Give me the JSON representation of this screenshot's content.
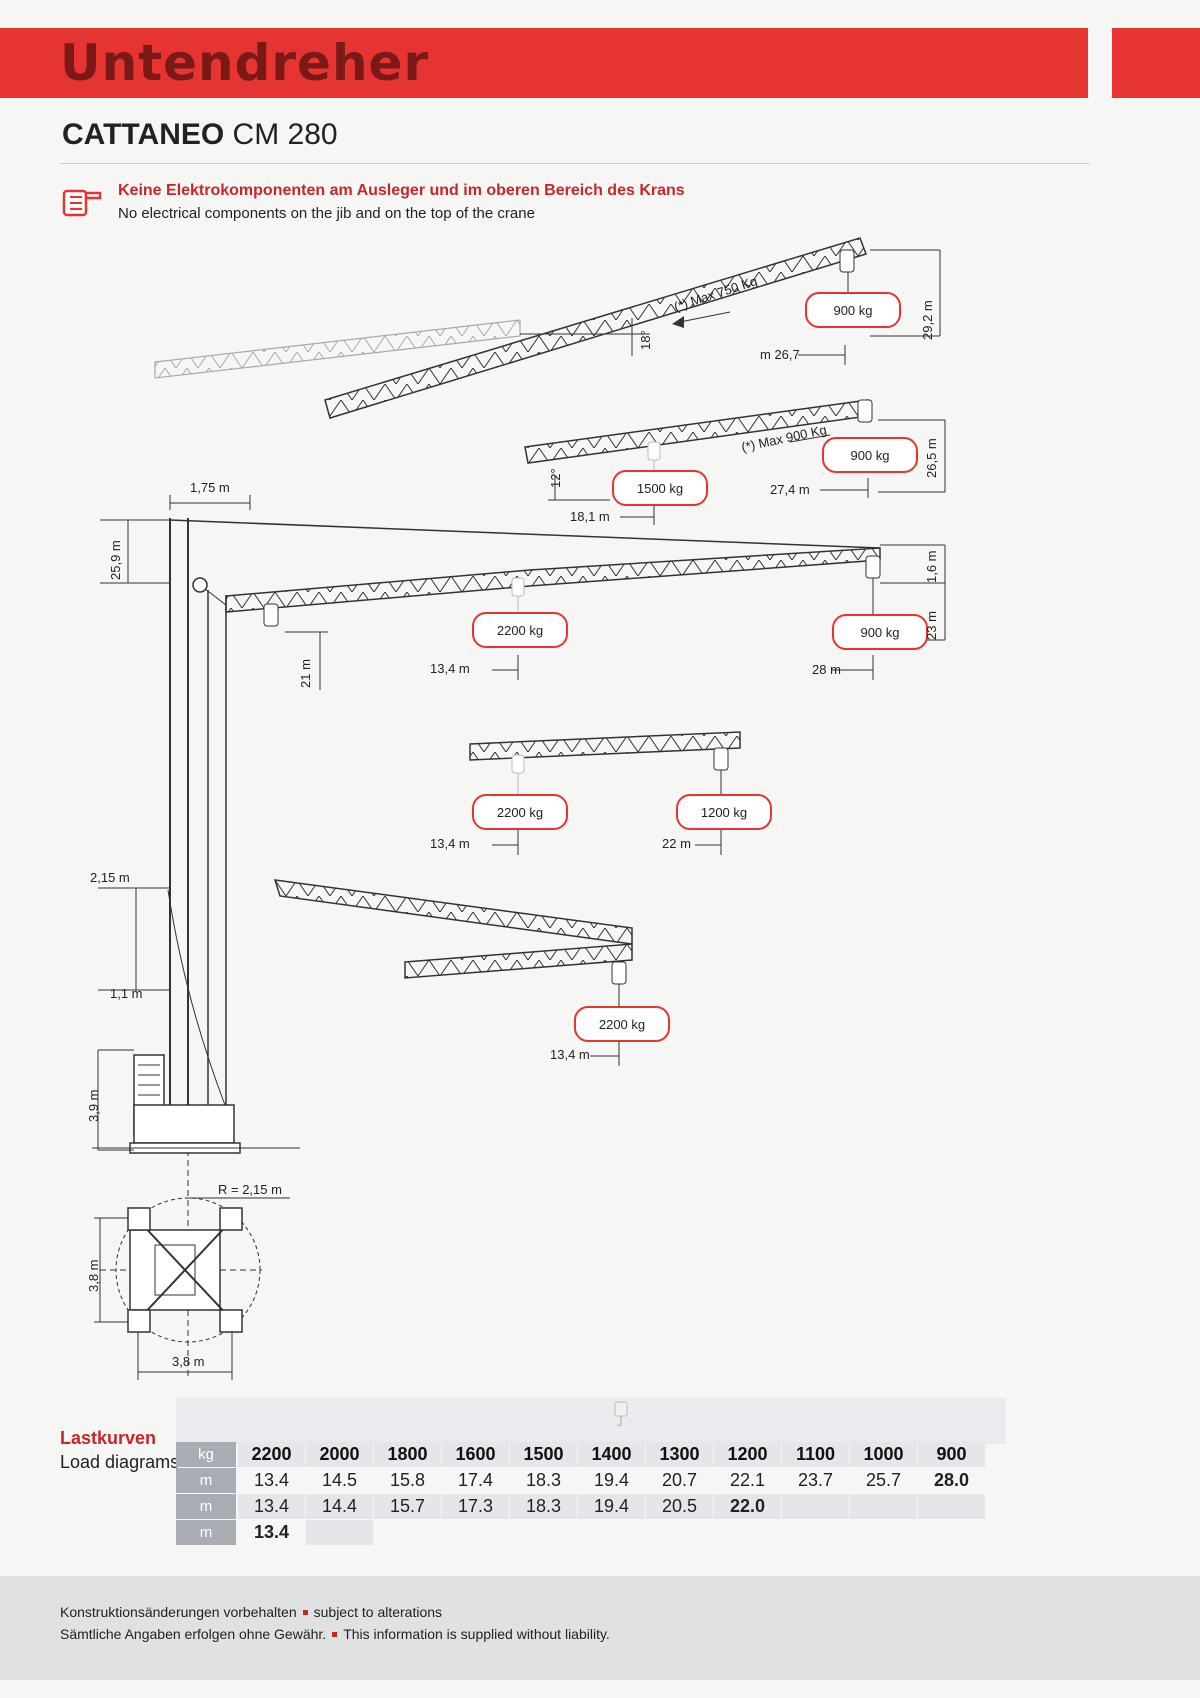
{
  "header": {
    "title": "Untendreher",
    "brand": "CATTANEO",
    "model": "CM 280"
  },
  "notice": {
    "text_de": "Keine Elektrokomponenten am Ausleger und im oberen Bereich des Krans",
    "text_en": "No electrical components on the jib and on the top of the crane"
  },
  "config_1": {
    "angle": "18°",
    "max_note": "(*) Max 750 Kg",
    "tip_load": "900 kg",
    "tip_radius": "m 26,7",
    "height": "29,2 m"
  },
  "config_2": {
    "angle": "12°",
    "max_note": "(*) Max 900 Kg",
    "tip_load": "900 kg",
    "tip_radius": "27,4 m",
    "mid_load": "1500 kg",
    "mid_radius": "18,1 m",
    "height": "26,5 m"
  },
  "config_3": {
    "top_offset": "1,75 m",
    "tower_height": "25,9 m",
    "hook_height": "21 m",
    "mid_load": "2200 kg",
    "mid_radius": "13,4 m",
    "tip_load": "900 kg",
    "tip_radius": "28 m",
    "tip_drop": "1,6 m",
    "tip_height": "23 m"
  },
  "config_4": {
    "mid_load": "2200 kg",
    "mid_radius": "13,4 m",
    "tip_load": "1200 kg",
    "tip_radius": "22 m"
  },
  "config_5": {
    "load": "2200 kg",
    "radius": "13,4 m"
  },
  "base": {
    "tail": "2,15 m",
    "offset": "1,1 m",
    "ballast_height": "3,9 m",
    "slew_radius": "R = 2,15 m",
    "support_depth": "3,8 m",
    "support_width": "3,8 m"
  },
  "load_diagram": {
    "title_de": "Lastkurven",
    "title_en": "Load diagrams",
    "units": [
      "kg",
      "m",
      "m",
      "m"
    ],
    "loads": [
      "2200",
      "2000",
      "1800",
      "1600",
      "1500",
      "1400",
      "1300",
      "1200",
      "1100",
      "1000",
      "900"
    ],
    "row1": [
      "13.4",
      "14.5",
      "15.8",
      "17.4",
      "18.3",
      "19.4",
      "20.7",
      "22.1",
      "23.7",
      "25.7",
      "28.0"
    ],
    "row2": [
      "13.4",
      "14.4",
      "15.7",
      "17.3",
      "18.3",
      "19.4",
      "20.5",
      "22.0",
      "",
      "",
      ""
    ],
    "row3": [
      "13.4",
      "",
      "",
      "",
      "",
      "",
      "",
      "",
      "",
      "",
      ""
    ]
  },
  "footer": {
    "line1_de": "Konstruktionsänderungen vorbehalten",
    "line1_en": "subject to alterations",
    "line2_de": "Sämtliche Angaben erfolgen ohne Gewähr.",
    "line2_en": "This information is supplied without liability."
  },
  "colors": {
    "accent": "#e53431",
    "brand_text": "#7a1a18",
    "table_header": "#a9acb2"
  }
}
